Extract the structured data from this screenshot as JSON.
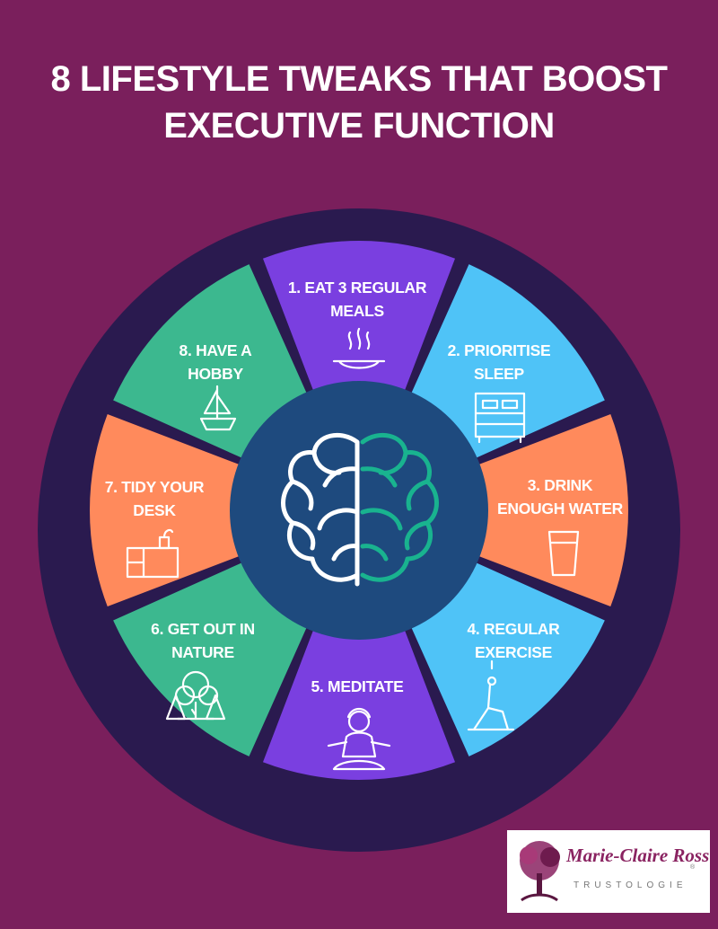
{
  "title": {
    "line1": "8 LIFESTYLE TWEAKS THAT BOOST",
    "line2": "EXECUTIVE FUNCTION"
  },
  "segments": [
    {
      "line1": "1. EAT 3 REGULAR",
      "line2": "MEALS",
      "icon": "steaming-plate-icon",
      "color": "#7a3fe0"
    },
    {
      "line1": "2. PRIORITISE",
      "line2": "SLEEP",
      "icon": "bed-icon",
      "color": "#4fc3f7"
    },
    {
      "line1": "3. DRINK",
      "line2": "ENOUGH WATER",
      "icon": "water-glass-icon",
      "color": "#ff8a5c"
    },
    {
      "line1": "4. REGULAR",
      "line2": "EXERCISE",
      "icon": "yoga-pose-icon",
      "color": "#4fc3f7"
    },
    {
      "line1": "5. MEDITATE",
      "line2": "",
      "icon": "meditation-icon",
      "color": "#7a3fe0"
    },
    {
      "line1": "6. GET OUT IN",
      "line2": "NATURE",
      "icon": "trees-icon",
      "color": "#3cb88f"
    },
    {
      "line1": "7. TIDY YOUR",
      "line2": "DESK",
      "icon": "desk-icon",
      "color": "#ff8a5c"
    },
    {
      "line1": "8. HAVE A",
      "line2": "HOBBY",
      "icon": "sailboat-icon",
      "color": "#3cb88f"
    }
  ],
  "center": {
    "icon": "brain-icon",
    "color": "#1e4a7e"
  },
  "logo": {
    "name": "Marie-Claire Ross",
    "tagline": "TRUSTOLOGIE",
    "registered": "®",
    "icon": "tree-logo-icon"
  },
  "colors": {
    "background": "#7a1f5c",
    "outer_ring": "#2a1a4f",
    "center_circle": "#1e4a7e",
    "brain_white": "#ffffff",
    "brain_teal": "#19b38f"
  }
}
